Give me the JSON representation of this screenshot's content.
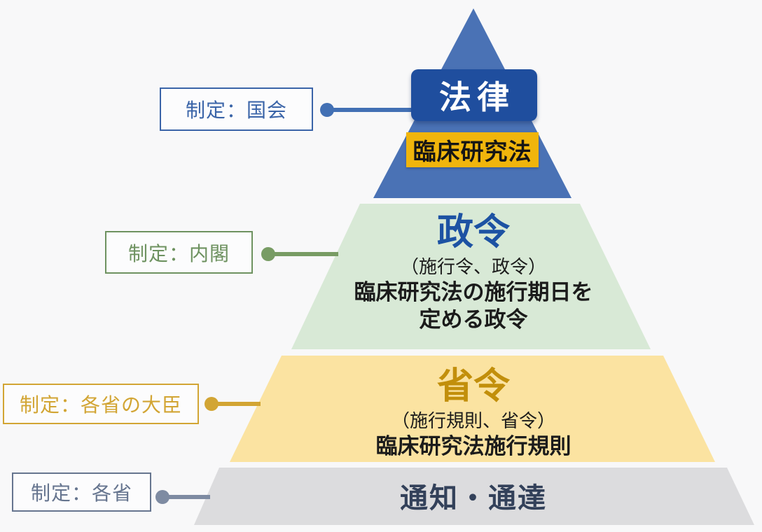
{
  "page": {
    "background": "#f8f8f9"
  },
  "pyramid": {
    "levels": [
      {
        "key": "law",
        "shape_color": "#4a72b5",
        "badge": {
          "label": "法律",
          "bg": "#1f4e9e",
          "text_color": "#ffffff"
        },
        "tag": {
          "label": "臨床研究法",
          "bg": "#f0b50c",
          "text_color": "#151515"
        }
      },
      {
        "key": "cabinet-order",
        "shape_color": "#d8e9d6",
        "title": "政令",
        "title_color": "#1d52a3",
        "subtitle": "（施行令、政令）",
        "body_lines": [
          "臨床研究法の施行期日を",
          "定める政令"
        ],
        "text_color": "#1b1b1b"
      },
      {
        "key": "ministerial-ordinance",
        "shape_color": "#fbe3a1",
        "title": "省令",
        "title_color": "#c28f0b",
        "subtitle": "（施行規則、省令）",
        "body_lines": [
          "臨床研究法施行規則"
        ],
        "text_color": "#1b1b1b"
      },
      {
        "key": "notice",
        "shape_color": "#dcdcde",
        "title": "通知・通達",
        "title_color": "#33415a"
      }
    ]
  },
  "callouts": [
    {
      "label": "制定：国会",
      "color": "#3a64a8",
      "line_color": "#4270b4"
    },
    {
      "label": "制定：内閣",
      "color": "#6e9260",
      "line_color": "#789c64"
    },
    {
      "label": "制定：各省の大臣",
      "color": "#d2a534",
      "line_color": "#d2a534"
    },
    {
      "label": "制定：各省",
      "color": "#66758f",
      "line_color": "#7e8ba2"
    }
  ]
}
